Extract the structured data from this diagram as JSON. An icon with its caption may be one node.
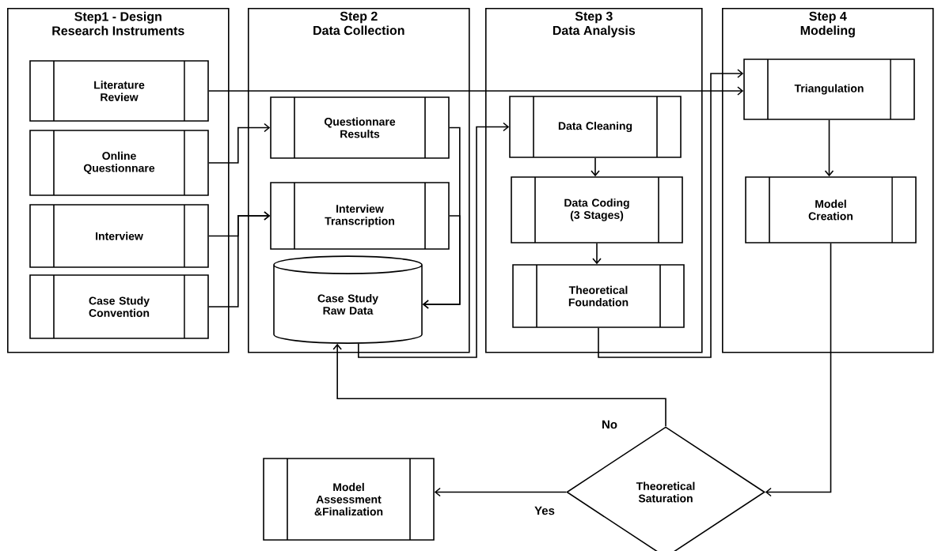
{
  "diagram": {
    "nodes": [
      {
        "text": [
          "Step1 - Design",
          "Research Instruments"
        ]
      },
      {
        "text": [
          "Literature Review"
        ],
        "in": 0
      },
      {
        "text": [
          "Online Questionnare"
        ],
        "in": 0
      },
      {
        "text": [
          "Interview"
        ],
        "in": 0
      },
      {
        "text": [
          "Case Study Convention"
        ],
        "in": 0
      },
      {
        "text": [
          "Step 2",
          "Data Collection"
        ]
      },
      {
        "text": [
          "Questionnare Results"
        ],
        "in": 5
      },
      {
        "text": [
          "Interview Transcription"
        ],
        "in": 5
      },
      {
        "text": [
          "Case Study Raw Data"
        ],
        "in": 5
      },
      {
        "text": [
          "Step 3",
          "Data Analysis"
        ]
      },
      {
        "text": [
          "Data Cleaning"
        ],
        "in": 9
      },
      {
        "text": [
          "Data Coding (3 Stages)"
        ],
        "in": 9
      },
      {
        "text": [
          "Theoretical Foundation"
        ],
        "in": 9
      },
      {
        "text": [
          "Step 4",
          "Modeling"
        ]
      },
      {
        "text": [
          "Triangulation"
        ],
        "in": 13
      },
      {
        "text": [
          "Model Creation"
        ],
        "in": 13
      },
      {
        "text": [
          "Model Assessment &Finalization"
        ]
      },
      {
        "text": [
          "Theoretical Saturation"
        ]
      }
    ],
    "edges": [
      {
        "from": 1,
        "to": 14,
        "arrow": "to"
      },
      {
        "from": 2,
        "to": 6,
        "arrow": "to"
      },
      {
        "from": 3,
        "to": 7,
        "arrow": "to"
      },
      {
        "from": 4,
        "to": 7,
        "arrow": "to"
      },
      {
        "from": 6,
        "to": 8,
        "arrow": "to"
      },
      {
        "from": 7,
        "to": 8,
        "arrow": "to"
      },
      {
        "from": 8,
        "to": 10,
        "arrow": "to"
      },
      {
        "from": 10,
        "to": 11,
        "arrow": "to"
      },
      {
        "from": 11,
        "to": 12,
        "arrow": "to"
      },
      {
        "from": 12,
        "to": 14,
        "arrow": "to"
      },
      {
        "from": 14,
        "to": 15,
        "arrow": "to"
      },
      {
        "from": 15,
        "to": 17,
        "arrow": "to"
      },
      {
        "from": 17,
        "to": 8,
        "arrow": "to",
        "label": "No"
      },
      {
        "from": 17,
        "to": 16,
        "arrow": "to",
        "label": "Yes"
      }
    ]
  }
}
